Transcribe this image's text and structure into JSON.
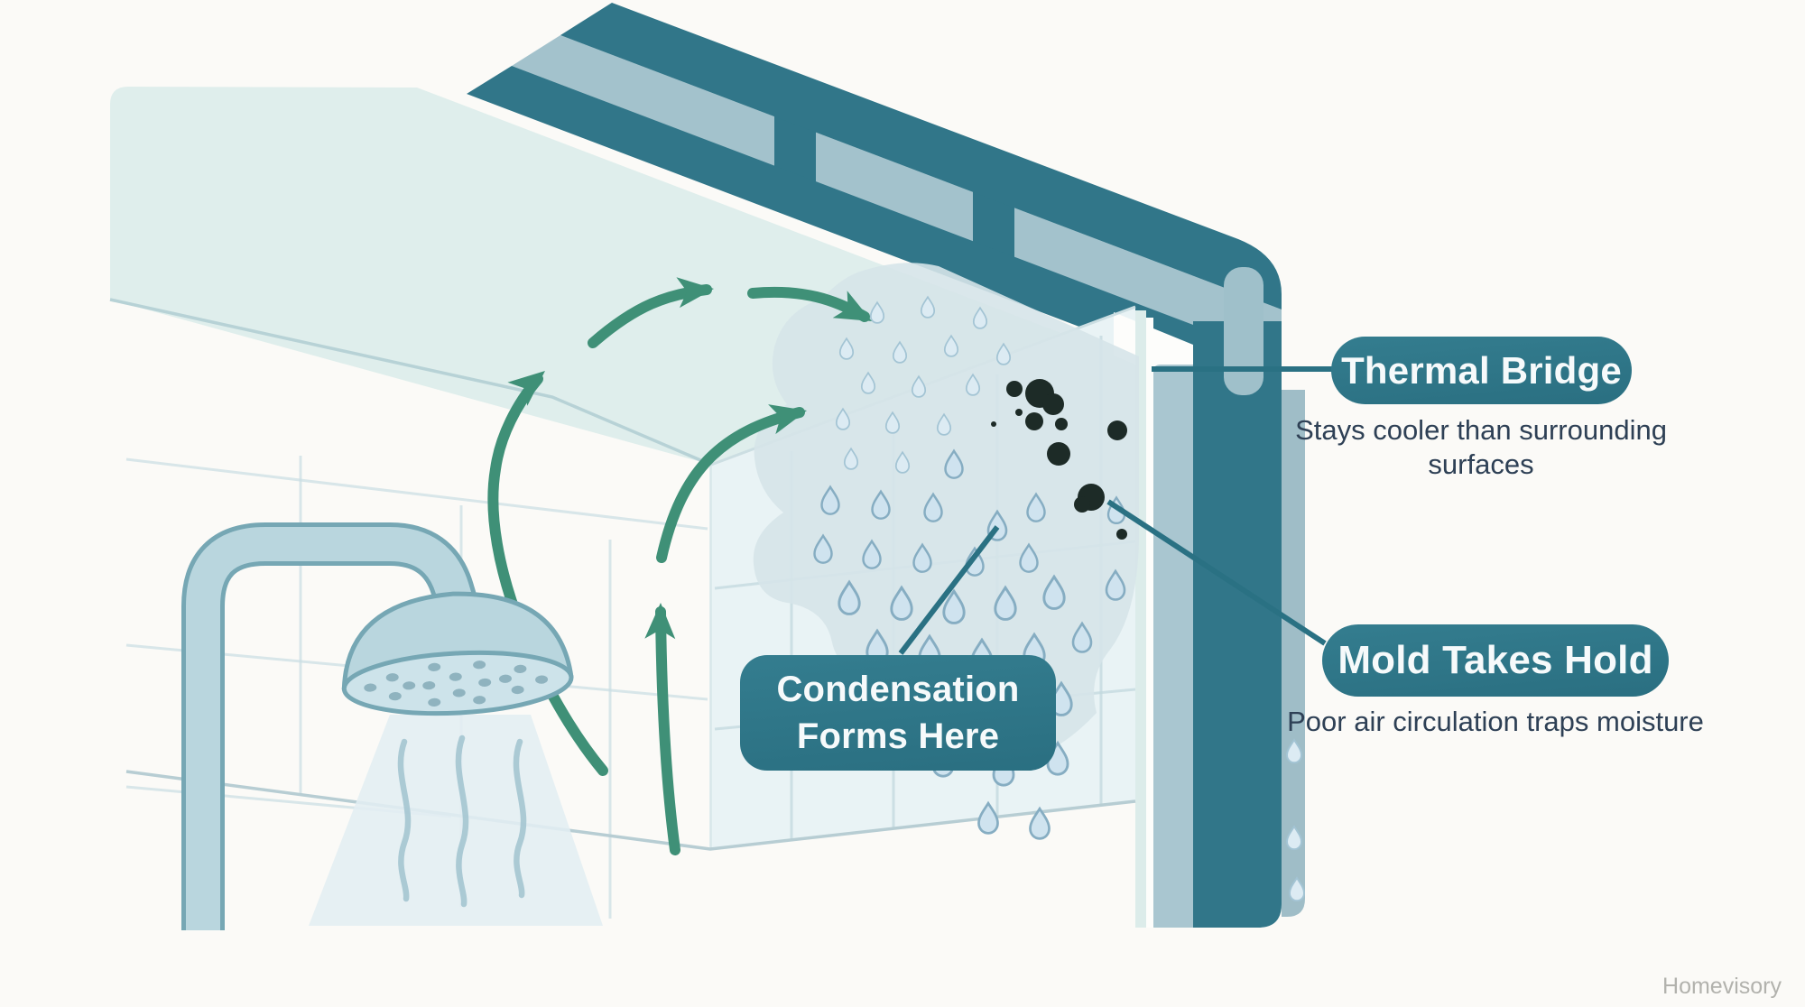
{
  "labels": {
    "thermal_bridge": {
      "title": "Thermal Bridge",
      "caption_line1": "Stays cooler than",
      "caption_line2": "surrounding surfaces"
    },
    "mold": {
      "title": "Mold Takes Hold",
      "caption_line1": "Poor air circulation",
      "caption_line2": "traps moisture"
    },
    "condensation": {
      "title_line1": "Condensation",
      "title_line2": "Forms Here"
    }
  },
  "watermark": {
    "text": "Homevisory"
  },
  "colors": {
    "background": "#fbfaf7",
    "badge_teal": "#2d7486",
    "connector_teal": "#2a7183",
    "frame_teal_dark": "#317689",
    "frame_steel_blue": "#a3c2cc",
    "ceiling_mint": "#dfeeec",
    "wall_blue": "#e9f3f5",
    "steam_cloud": "#d6e4e9",
    "droplet_fill": "#cfe3ef",
    "droplet_outline": "#86adc2",
    "mold_black": "#1d2b27",
    "arrow_green": "#3f9077",
    "fixture_blue": "#b9d6de",
    "fixture_outline": "#76a7b4",
    "caption_text": "#2e4055",
    "watermark_gray": "#b2b2ad"
  },
  "icons": {
    "shower": "shower-head-icon",
    "droplet": "water-droplet-icon",
    "mold": "mold-spot-icon",
    "steam_arrow": "steam-flow-arrow-icon"
  }
}
